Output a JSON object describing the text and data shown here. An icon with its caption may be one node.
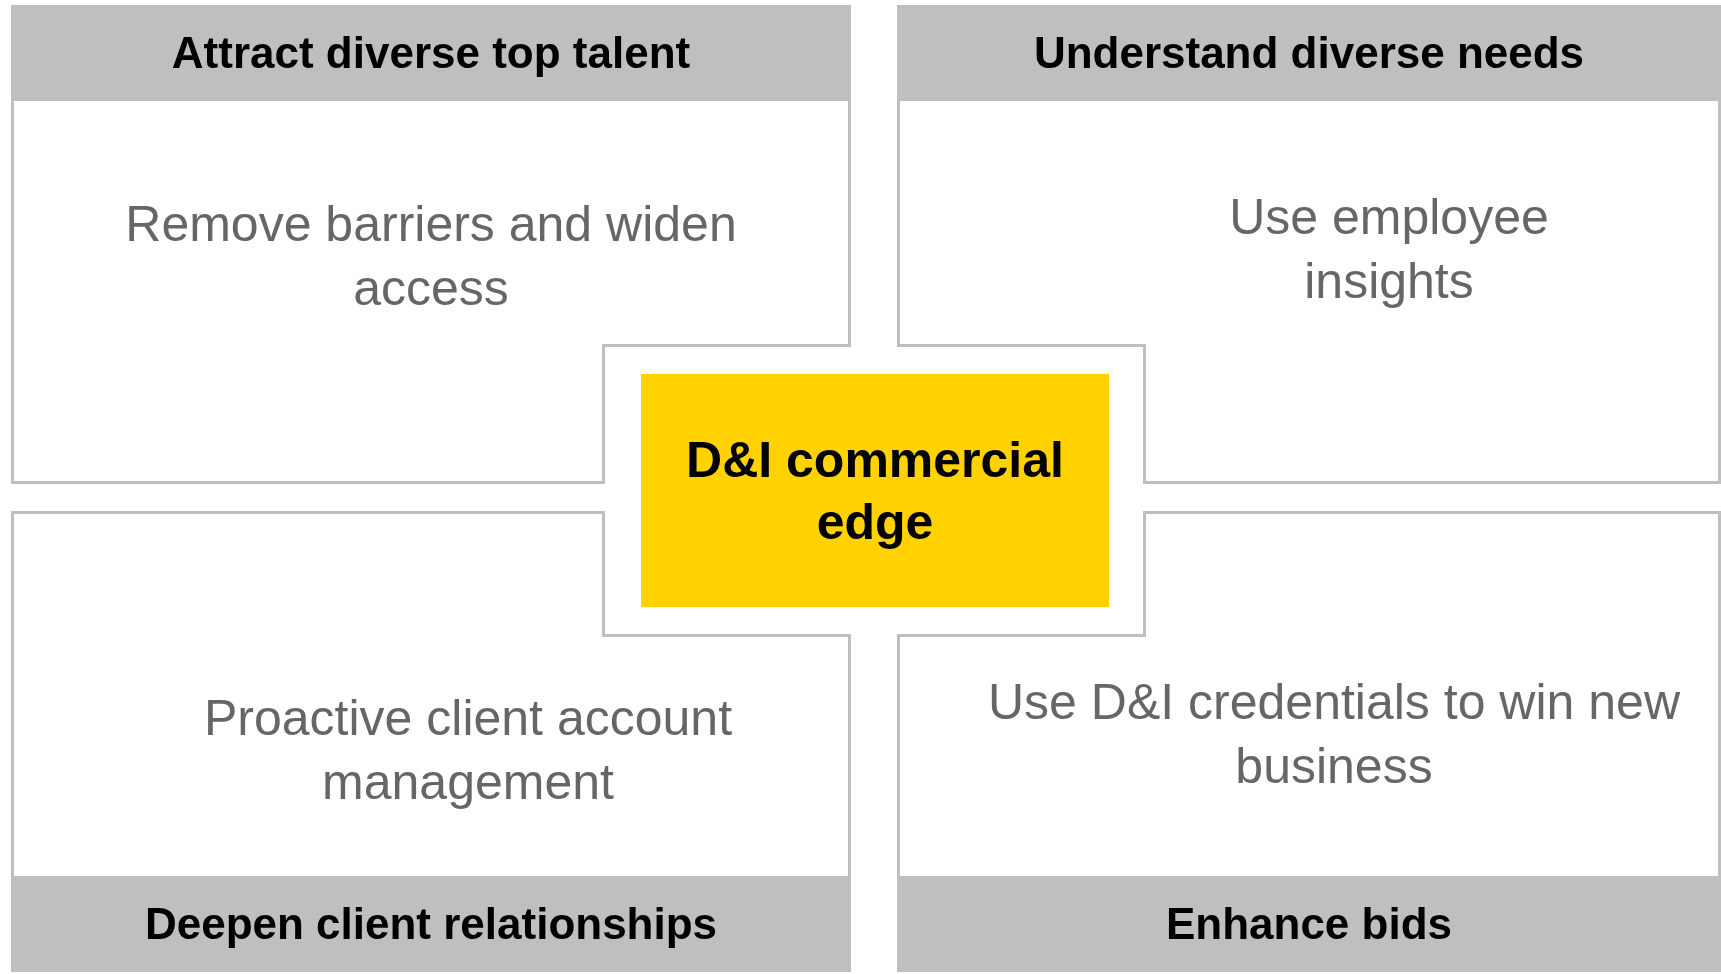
{
  "diagram": {
    "nodes": [
      {
        "text": [
          "Attract diverse top talent",
          "Remove barriers and widen access"
        ]
      },
      {
        "text": [
          "Understand diverse needs",
          "Use employee insights"
        ]
      },
      {
        "text": [
          "Proactive client account management",
          "Deepen client relationships"
        ]
      },
      {
        "text": [
          "Use D&I credentials to win new business",
          "Enhance bids"
        ]
      },
      {
        "text": [
          "D&I commercial edge"
        ]
      }
    ]
  }
}
